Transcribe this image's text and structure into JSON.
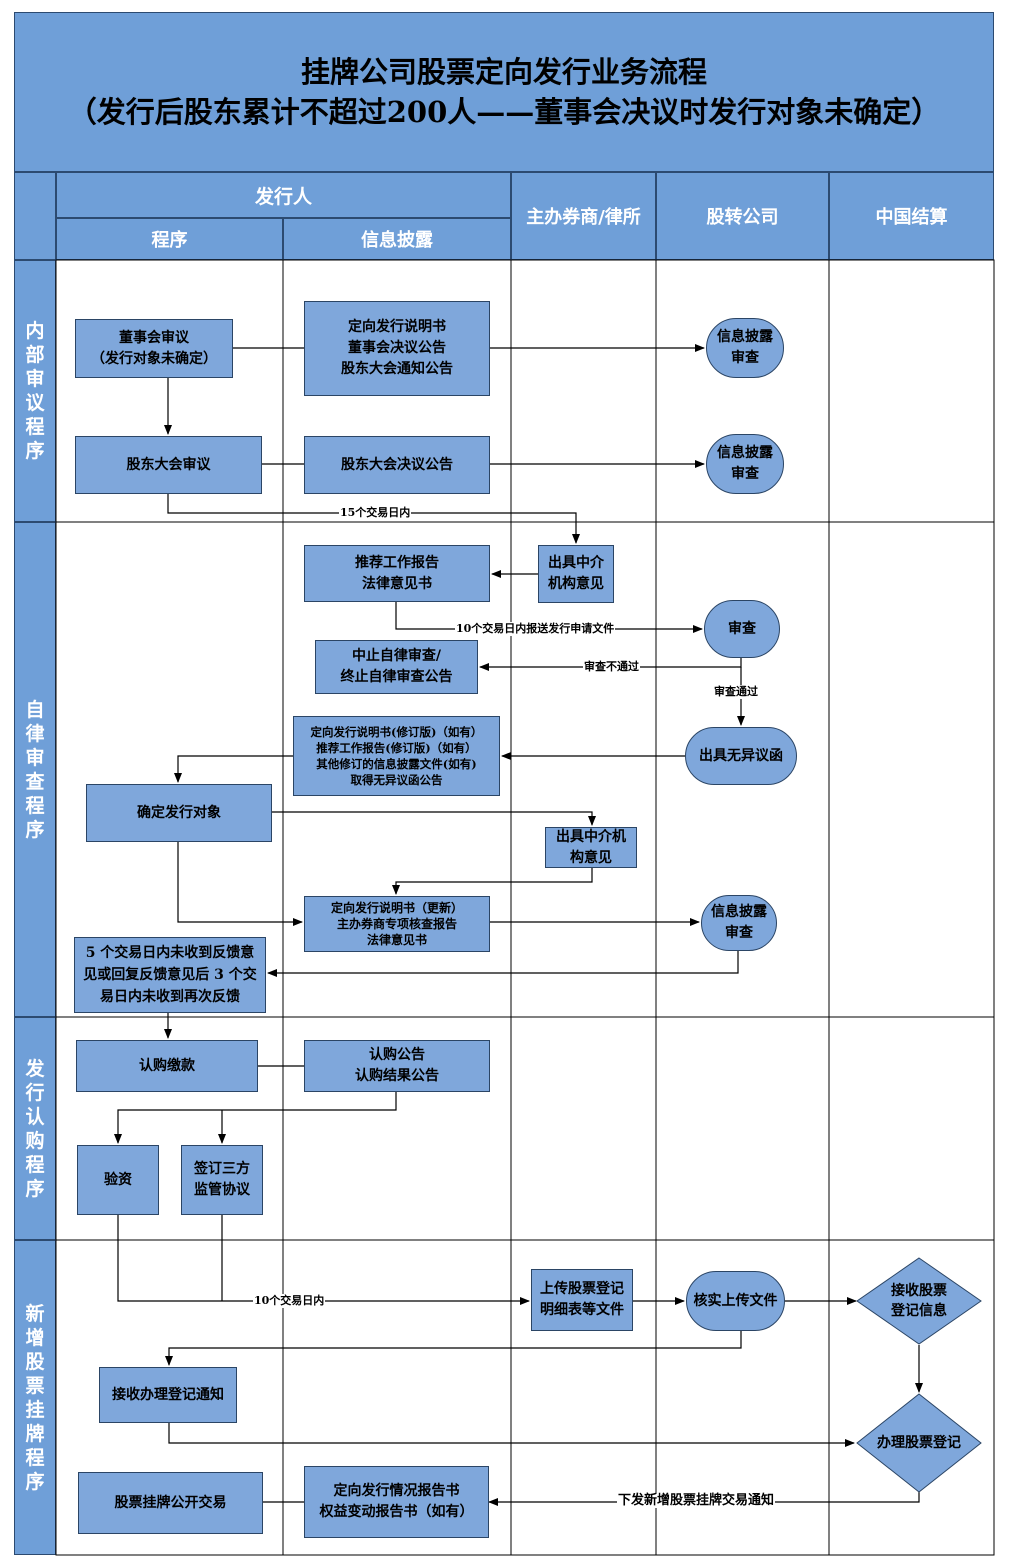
{
  "title": {
    "line1": "挂牌公司股票定向发行业务流程",
    "line2": "（发行后股东累计不超过200人——董事会决议时发行对象未确定）"
  },
  "columns": {
    "issuer": "发行人",
    "procedure": "程序",
    "disclosure": "信息披露",
    "broker": "主办券商/律所",
    "neeq": "股转公司",
    "csdc": "中国结算"
  },
  "phases": {
    "internal": "内部审议程序",
    "self_review": "自律审查程序",
    "subscription": "发行认购程序",
    "listing": "新增股票挂牌程序"
  },
  "boxes": {
    "board_review": "董事会审议\n（发行对象未确定）",
    "board_disclosure": "定向发行说明书\n董事会决议公告\n股东大会通知公告",
    "disclosure_review_1": "信息披露\n审查",
    "shareholder_review": "股东大会审议",
    "shareholder_announce": "股东大会决议公告",
    "disclosure_review_2": "信息披露\n审查",
    "recommend_report": "推荐工作报告\n法律意见书",
    "intermediary_opinion_1": "出具中介\n机构意见",
    "review": "审查",
    "suspend_review": "中止自律审查/\n终止自律审查公告",
    "revised_docs": "定向发行说明书(修订版)（如有）\n推荐工作报告(修订版)（如有）\n其他修订的信息披露文件(如有)\n取得无异议函公告",
    "no_objection": "出具无异议函",
    "determine_objects": "确定发行对象",
    "intermediary_opinion_2": "出具中介机\n构意见",
    "updated_docs": "定向发行说明书（更新）\n主办券商专项核查报告\n法律意见书",
    "disclosure_review_3": "信息披露\n审查",
    "feedback_note": "5 个交易日内未收到反馈意见或回复反馈意见后 3 个交易日内未收到再次反馈",
    "subscribe_pay": "认购缴款",
    "subscribe_announce": "认购公告\n认购结果公告",
    "capital_verify": "验资",
    "tripartite": "签订三方\n监管协议",
    "upload_docs": "上传股票登记\n明细表等文件",
    "verify_upload": "核实上传文件",
    "receive_info": "接收股票\n登记信息",
    "receive_notice": "接收办理登记通知",
    "handle_registration": "办理股票登记",
    "listing_trade": "股票挂牌公开交易",
    "final_report": "定向发行情况报告书\n权益变动报告书（如有）"
  },
  "labels": {
    "days15": "15个交易日内",
    "days10_submit": "10个交易日内报送发行申请文件",
    "review_fail": "审查不通过",
    "review_pass": "审查通过",
    "days10": "10个交易日内",
    "issue_notice": "下发新增股票挂牌交易通知"
  },
  "colors": {
    "fill": "#7fa7db",
    "header": "#6f9fd8",
    "border": "#2b4565",
    "line": "#000000"
  }
}
